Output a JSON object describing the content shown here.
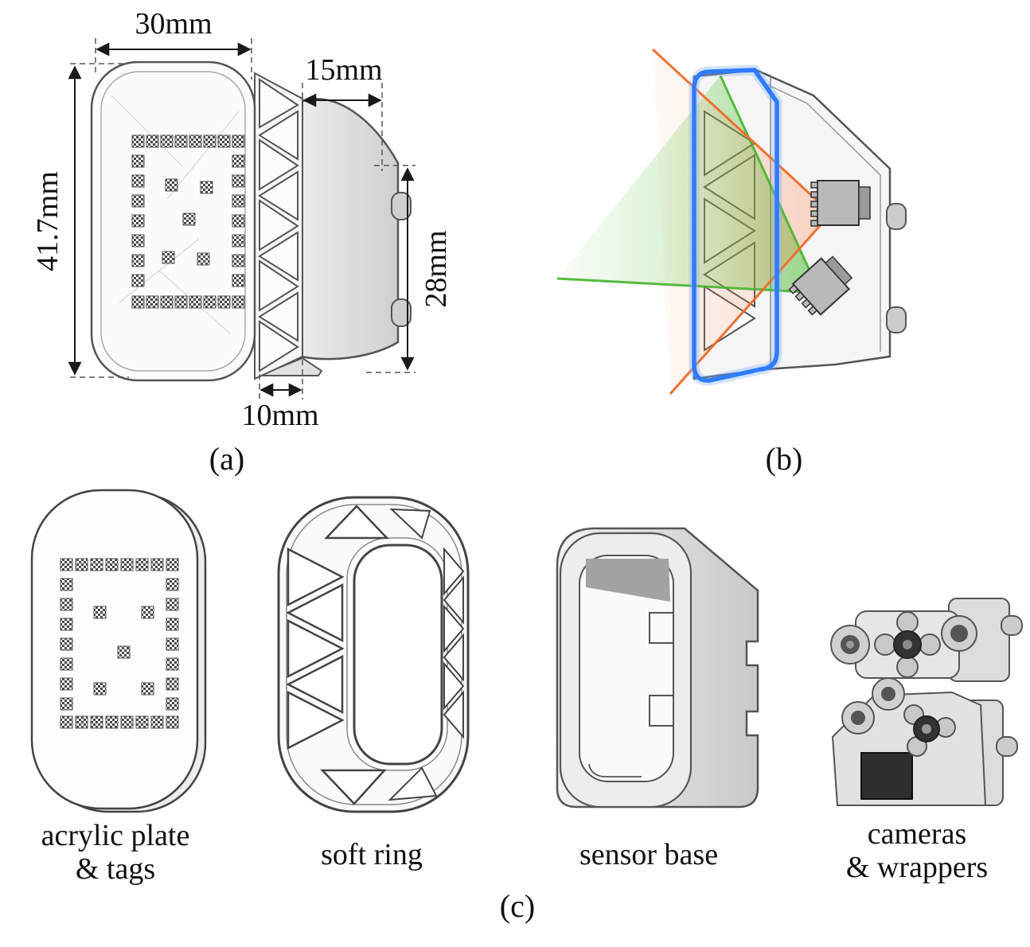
{
  "figure": {
    "panels": {
      "a": "(a)",
      "b": "(b)",
      "c": "(c)"
    },
    "dims": {
      "width": "30mm",
      "depth": "15mm",
      "height": "41.7mm",
      "back_height": "28mm",
      "ring_depth": "10mm"
    },
    "parts": {
      "plate_l1": "acrylic plate",
      "plate_l2": "& tags",
      "ring": "soft ring",
      "base": "sensor base",
      "cams_l1": "cameras",
      "cams_l2": "& wrappers"
    },
    "colors": {
      "window_outline": "#2f7bff",
      "fov_camera1": "#f06a28",
      "fov_camera2": "#46b42c",
      "housing_gray": "#d9d9d9"
    }
  }
}
